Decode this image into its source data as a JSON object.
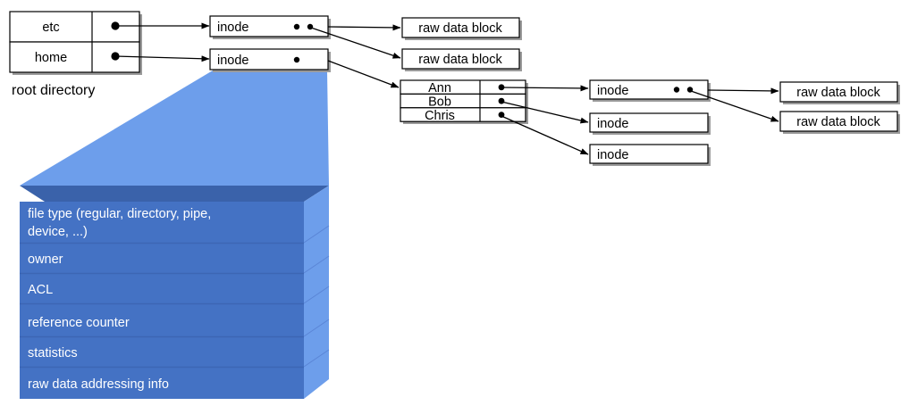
{
  "diagram": {
    "title_label": "root directory",
    "root_directory": {
      "name": "root-directory-table",
      "rows": [
        {
          "name": "etc",
          "pointer": "dot"
        },
        {
          "name": "home",
          "pointer": "dot"
        }
      ]
    },
    "home_directory": {
      "name": "home-directory-table",
      "rows": [
        {
          "name": "Ann",
          "pointer": "dot"
        },
        {
          "name": "Bob",
          "pointer": "dot"
        },
        {
          "name": "Chris",
          "pointer": "dot"
        }
      ]
    },
    "inode_label": "inode",
    "raw_block_label": "raw data block",
    "inodes": [
      {
        "id": "inode-etc",
        "label": "inode",
        "pointers": 2
      },
      {
        "id": "inode-home",
        "label": "inode",
        "pointers": 1
      },
      {
        "id": "inode-ann",
        "label": "inode",
        "pointers": 2
      },
      {
        "id": "inode-bob",
        "label": "inode",
        "pointers": 0
      },
      {
        "id": "inode-chris",
        "label": "inode",
        "pointers": 0
      }
    ],
    "raw_blocks": [
      {
        "id": "raw-block-etc-1",
        "label": "raw data block"
      },
      {
        "id": "raw-block-etc-2",
        "label": "raw data block"
      },
      {
        "id": "raw-block-ann-1",
        "label": "raw data block"
      },
      {
        "id": "raw-block-ann-2",
        "label": "raw data block"
      }
    ],
    "inode_structure": {
      "name": "inode-structure-stack",
      "fields": [
        {
          "line1": "file type (regular, directory, pipe,",
          "line2": "device, ...)"
        },
        {
          "line1": "owner",
          "line2": ""
        },
        {
          "line1": "ACL",
          "line2": ""
        },
        {
          "line1": "reference counter",
          "line2": ""
        },
        {
          "line1": "statistics",
          "line2": ""
        },
        {
          "line1": "raw data addressing info",
          "line2": ""
        }
      ]
    },
    "colors": {
      "stack_front": "#4472c4",
      "stack_side": "#6d9eeb",
      "stack_top": "#3a62aa",
      "cone": "#6d9eeb",
      "line": "#000000",
      "box_fill": "#ffffff",
      "shadow": "#9a9a9a"
    }
  }
}
